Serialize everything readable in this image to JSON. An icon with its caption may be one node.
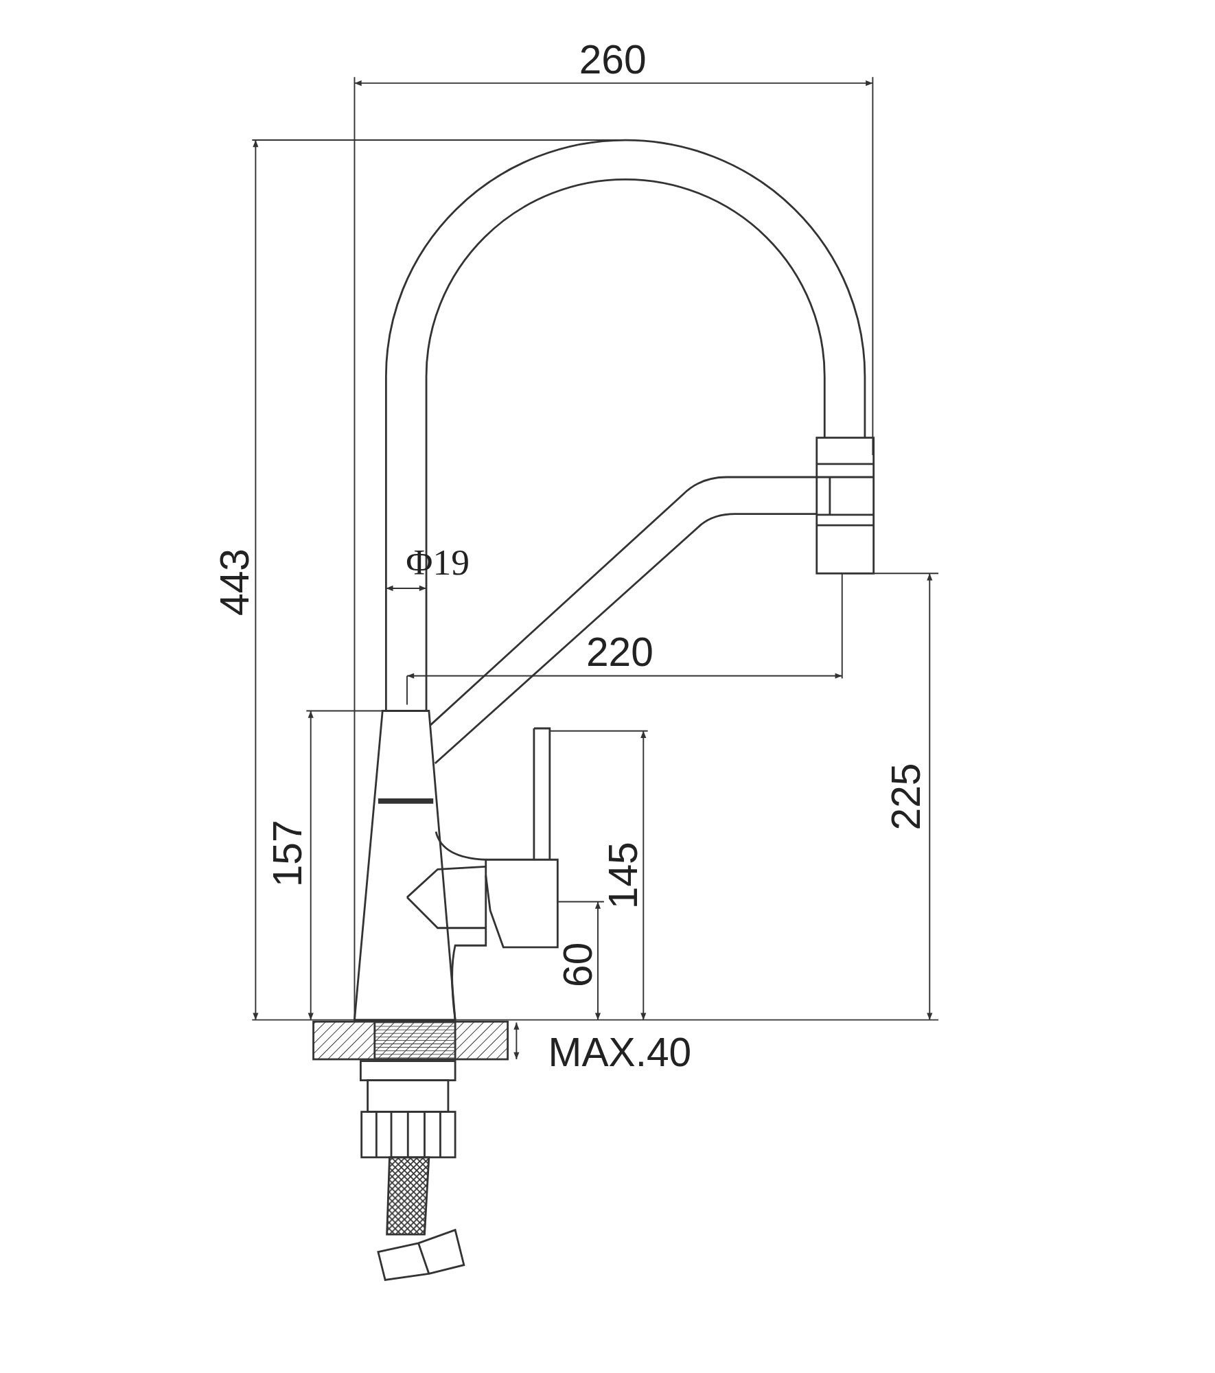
{
  "diagram": {
    "labels": [
      "260",
      "443",
      "Φ19",
      "220",
      "225",
      "157",
      "145",
      "60",
      "MAX.40"
    ]
  }
}
